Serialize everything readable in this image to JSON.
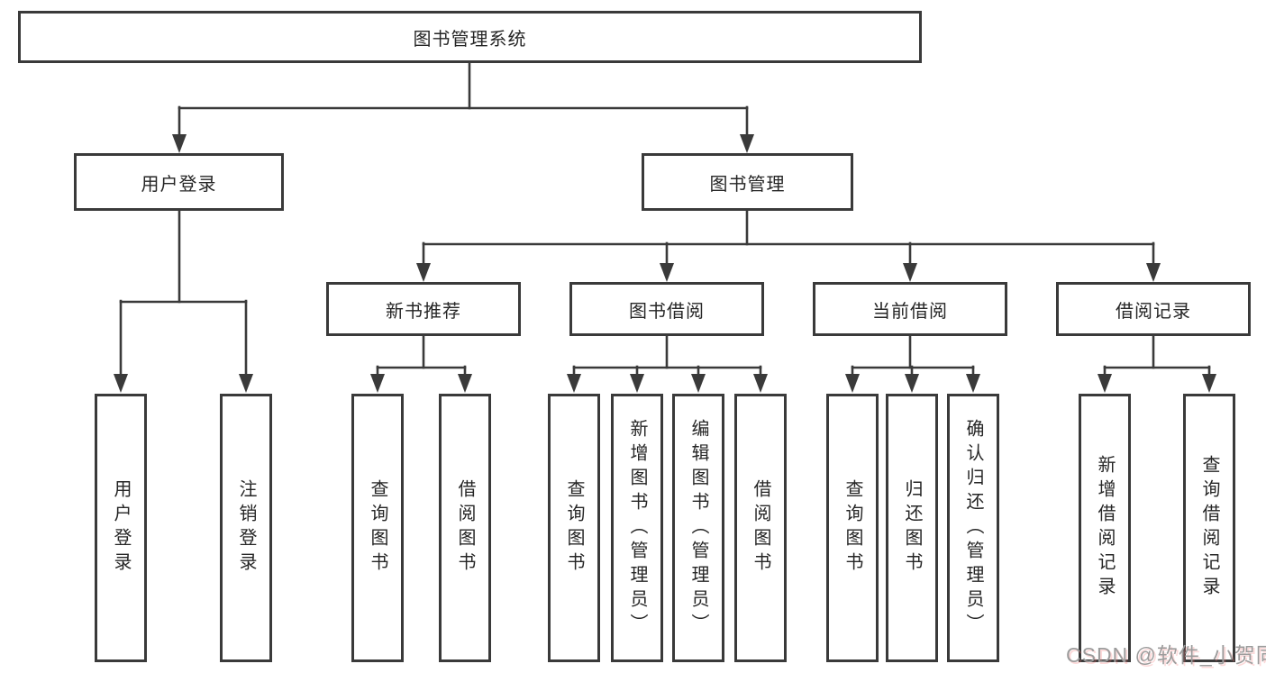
{
  "diagram": {
    "root": "图书管理系统",
    "branches": [
      {
        "label": "用户登录",
        "children": [
          "用户登录",
          "注销登录"
        ]
      },
      {
        "label": "图书管理",
        "sections": [
          {
            "label": "新书推荐",
            "children": [
              "查询图书",
              "借阅图书"
            ]
          },
          {
            "label": "图书借阅",
            "children": [
              "查询图书",
              "新增图书（管理员）",
              "编辑图书（管理员）",
              "借阅图书"
            ]
          },
          {
            "label": "当前借阅",
            "children": [
              "查询图书",
              "归还图书",
              "确认归还（管理员）"
            ]
          },
          {
            "label": "借阅记录",
            "children": [
              "新增借阅记录",
              "查询借阅记录"
            ]
          }
        ]
      }
    ]
  },
  "watermark": {
    "text": "CSDN @软件_小贺同学"
  },
  "colors": {
    "line": "#3a3a3a",
    "box_border": "#3a3a3a",
    "text": "#262626",
    "watermark": "#9c9c9c",
    "background": "#ffffff"
  }
}
